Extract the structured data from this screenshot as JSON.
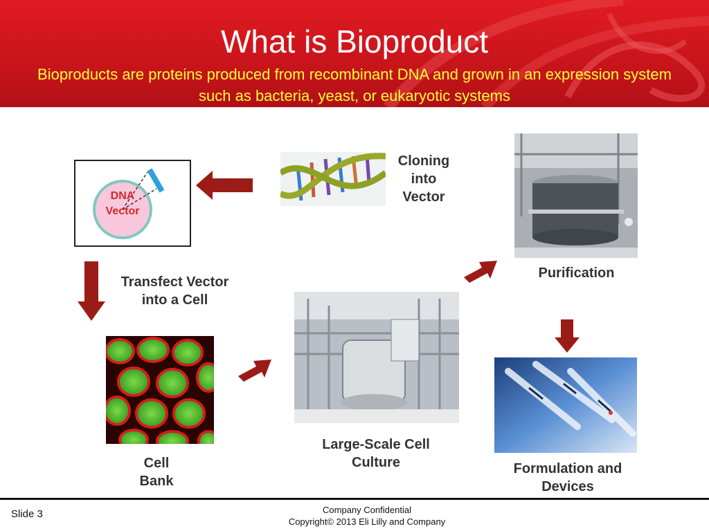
{
  "slide": {
    "title": "What is Bioproduct",
    "subtitle": "Bioproducts are proteins produced from recombinant DNA and grown in an expression system such as bacteria, yeast, or eukaryotic systems"
  },
  "steps": {
    "dna_vector_text_1": "DNA",
    "dna_vector_text_2": "Vector",
    "cloning_1": "Cloning",
    "cloning_2": "into",
    "cloning_3": "Vector",
    "transfect_1": "Transfect Vector",
    "transfect_2": "into a Cell",
    "cell_bank_1": "Cell",
    "cell_bank_2": "Bank",
    "culture_1": "Large-Scale Cell",
    "culture_2": "Culture",
    "purification": "Purification",
    "formulation_1": "Formulation and",
    "formulation_2": "Devices"
  },
  "footer": {
    "slide_number": "Slide 3",
    "confidential": "Company Confidential",
    "copyright": "Copyright© 2013 Eli Lilly and Company"
  },
  "colors": {
    "header_red": "#d0161d",
    "subtitle_yellow": "#ffff33",
    "arrow_red": "#9b1b17",
    "vector_circle": "#f9c7dc",
    "vector_ring": "#7fc8c2"
  }
}
